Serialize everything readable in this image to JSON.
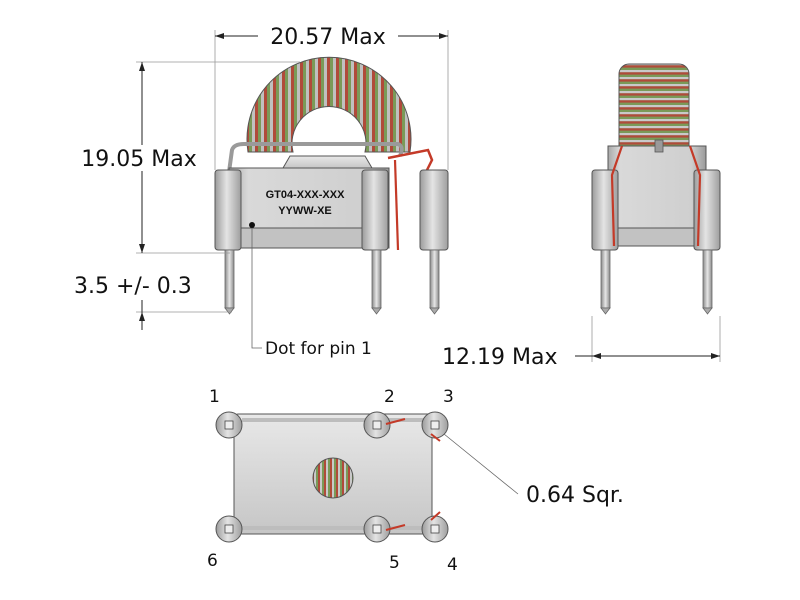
{
  "dimensions": {
    "width_max": "20.57 Max",
    "height_max": "19.05 Max",
    "pin_length": "3.5 +/- 0.3",
    "depth_max": "12.19 Max",
    "pin_size": "0.64 Sqr."
  },
  "labels": {
    "dot_note": "Dot for pin 1"
  },
  "marking": {
    "line1": "GT04-XXX-XXX",
    "line2": "YYWW-XE"
  },
  "pins": [
    "1",
    "2",
    "3",
    "4",
    "5",
    "6"
  ],
  "colors": {
    "body": "#d4d4d4",
    "winding_red": "#b53a2c",
    "winding_green": "#6f8d4c",
    "wire": "#c43a28"
  }
}
